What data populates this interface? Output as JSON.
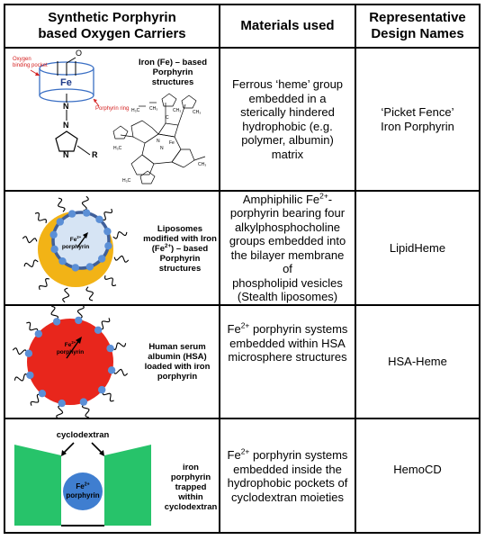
{
  "headers": {
    "col1": "Synthetic Porphyrin based Oxygen Carriers",
    "col2": "Materials used",
    "col3": "Representative Design Names"
  },
  "rows": [
    {
      "diagram": {
        "label": "Iron (Fe) – based Porphyrin structures",
        "oxygen_pocket": "Oxygen binding pocket",
        "porphyrin_ring": "Porphyrin ring",
        "fe": "Fe",
        "o_atom": "O",
        "n_atom": "N",
        "r_group": "R"
      },
      "materials": "Ferrous ‘heme’ group embedded in a sterically hindered hydrophobic (e.g. polymer, albumin) matrix",
      "name": "‘Picket Fence’ Iron Porphyrin"
    },
    {
      "diagram": {
        "label_lines": [
          "Liposomes",
          "modified with Iron",
          "(Fe2+) – based",
          "Porphyrin",
          "structures"
        ],
        "core_label": "Fe2+ porphyrin"
      },
      "materials_lines": [
        "Amphiphilic Fe2+-",
        "porphyrin bearing four",
        "alkylphosphocholine",
        "groups embedded into",
        "the bilayer membrane of",
        "phospholipid vesicles",
        "(Stealth liposomes)"
      ],
      "name": "LipidHeme"
    },
    {
      "diagram": {
        "label_lines": [
          "Human serum",
          "albumin (HSA)",
          "loaded with iron",
          "porphyrin"
        ],
        "core_label": "Fe2+ porphyrin"
      },
      "materials_lines": [
        "Fe2+ porphyrin systems",
        "embedded within HSA",
        "microsphere structures"
      ],
      "name": "HSA-Heme"
    },
    {
      "diagram": {
        "label_lines": [
          "iron",
          "porphyrin",
          "trapped",
          "within",
          "cyclodextran"
        ],
        "top_label": "cyclodextran",
        "core_label": "Fe2+ porphyrin"
      },
      "materials_lines": [
        "Fe2+ porphyrin systems",
        "embedded inside the",
        "hydrophobic pockets of",
        "cyclodextran moieties"
      ],
      "name": "HemoCD"
    }
  ],
  "colors": {
    "liposome_yellow": "#f2b316",
    "bead_blue": "#5b8fd6",
    "hsa_red": "#e8261c",
    "cyclodextran_green": "#27c36a",
    "core_blue": "#3f7ed0",
    "accent_red": "#d42020"
  }
}
